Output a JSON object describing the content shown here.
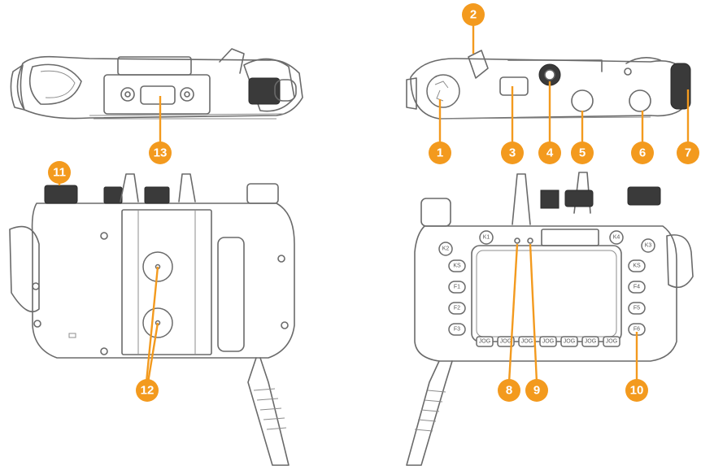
{
  "callouts": [
    {
      "id": "1",
      "label": "1"
    },
    {
      "id": "2",
      "label": "2"
    },
    {
      "id": "3",
      "label": "3"
    },
    {
      "id": "4",
      "label": "4"
    },
    {
      "id": "5",
      "label": "5"
    },
    {
      "id": "6",
      "label": "6"
    },
    {
      "id": "7",
      "label": "7"
    },
    {
      "id": "8",
      "label": "8"
    },
    {
      "id": "9",
      "label": "9"
    },
    {
      "id": "10",
      "label": "10"
    },
    {
      "id": "11",
      "label": "11"
    },
    {
      "id": "12",
      "label": "12"
    },
    {
      "id": "13",
      "label": "13"
    }
  ],
  "front_buttons": {
    "top_left": "K2",
    "top_mid": "K1",
    "top_right1": "K4",
    "top_right2": "K3",
    "left": [
      "KS",
      "F1",
      "F2",
      "F3"
    ],
    "right": [
      "KS",
      "F4",
      "F5",
      "F6"
    ],
    "bottom": [
      "JOG",
      "JOG",
      "JOG",
      "JOG",
      "JOG",
      "JOG",
      "JOG"
    ]
  },
  "colors": {
    "accent": "#f39a1e",
    "line": "#6a6a6a"
  }
}
